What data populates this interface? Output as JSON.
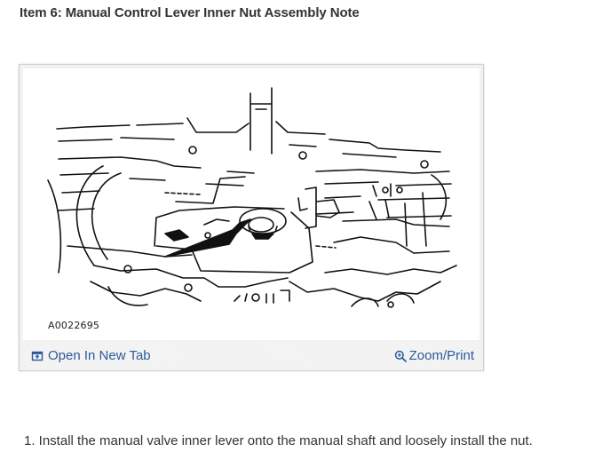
{
  "page": {
    "title": "Item 6: Manual Control Lever Inner Nut Assembly Note"
  },
  "figure": {
    "code": "A0022695",
    "open_link_label": "Open In New Tab",
    "open_link_icon": "open-in-new-tab-icon",
    "zoom_link_label": "Zoom/Print",
    "zoom_link_icon": "zoom-magnifier-icon",
    "link_color": "#2a5b9a"
  },
  "instructions": [
    "1. Install the manual valve inner lever onto the manual shaft and loosely install the nut."
  ]
}
